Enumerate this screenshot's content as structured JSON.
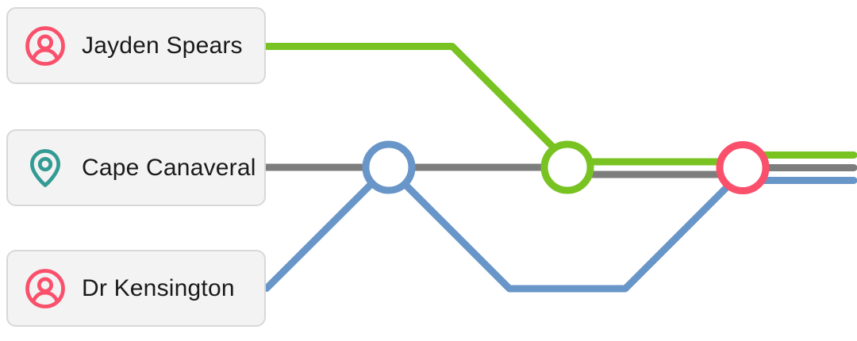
{
  "canvas": {
    "background": "#ffffff"
  },
  "colors": {
    "line_green": "#78c322",
    "line_gray": "#7d7d7d",
    "line_blue": "#6996c8",
    "node_pink": "#fa506c",
    "icon_person_pink": "#fa506c",
    "icon_pin_teal": "#339b94",
    "card_bg": "#f3f3f3",
    "card_border": "#d8d8d8",
    "card_text": "#1a1a1a"
  },
  "cards": [
    {
      "label": "Jayden Spears",
      "icon": "person-icon"
    },
    {
      "label": "Cape Canaveral",
      "icon": "map-pin-icon"
    },
    {
      "label": "Dr Kensington",
      "icon": "person-icon"
    }
  ],
  "lines": [
    {
      "name": "green-line"
    },
    {
      "name": "gray-line"
    },
    {
      "name": "blue-line"
    }
  ],
  "stations": [
    {
      "name": "station-node-blue"
    },
    {
      "name": "station-node-green"
    },
    {
      "name": "station-node-pink"
    }
  ]
}
